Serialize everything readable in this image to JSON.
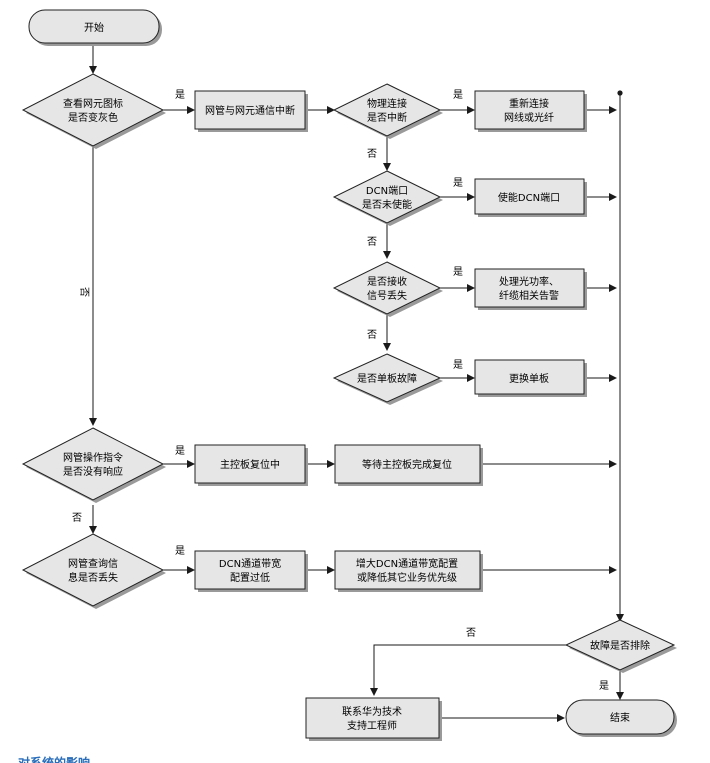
{
  "nodes": {
    "start": "开始",
    "n_icon": [
      "查看网元图标",
      "是否变灰色"
    ],
    "n_comm": [
      "网管与网元通信中断"
    ],
    "n_phys": [
      "物理连接",
      "是否中断"
    ],
    "n_reconnect": [
      "重新连接",
      "网线或光纤"
    ],
    "n_dcn": [
      "DCN端口",
      "是否未使能"
    ],
    "n_enable": [
      "使能DCN端口"
    ],
    "n_signal": [
      "是否接收",
      "信号丢失"
    ],
    "n_handle": [
      "处理光功率、",
      "纤缆相关告警"
    ],
    "n_board": [
      "是否单板故障"
    ],
    "n_replace": [
      "更换单板"
    ],
    "n_cmd": [
      "网管操作指令",
      "是否没有响应"
    ],
    "n_reset": [
      "主控板复位中"
    ],
    "n_wait": [
      "等待主控板完成复位"
    ],
    "n_query": [
      "网管查询信",
      "息是否丢失"
    ],
    "n_bw": [
      "DCN通道带宽",
      "配置过低"
    ],
    "n_inc": [
      "增大DCN通道带宽配置",
      "或降低其它业务优先级"
    ],
    "n_fixed": [
      "故障是否排除"
    ],
    "n_contact": [
      "联系华为技术",
      "支持工程师"
    ],
    "end": "结束"
  },
  "yes": "是",
  "no": "否",
  "footer_text": "对系统的影响"
}
